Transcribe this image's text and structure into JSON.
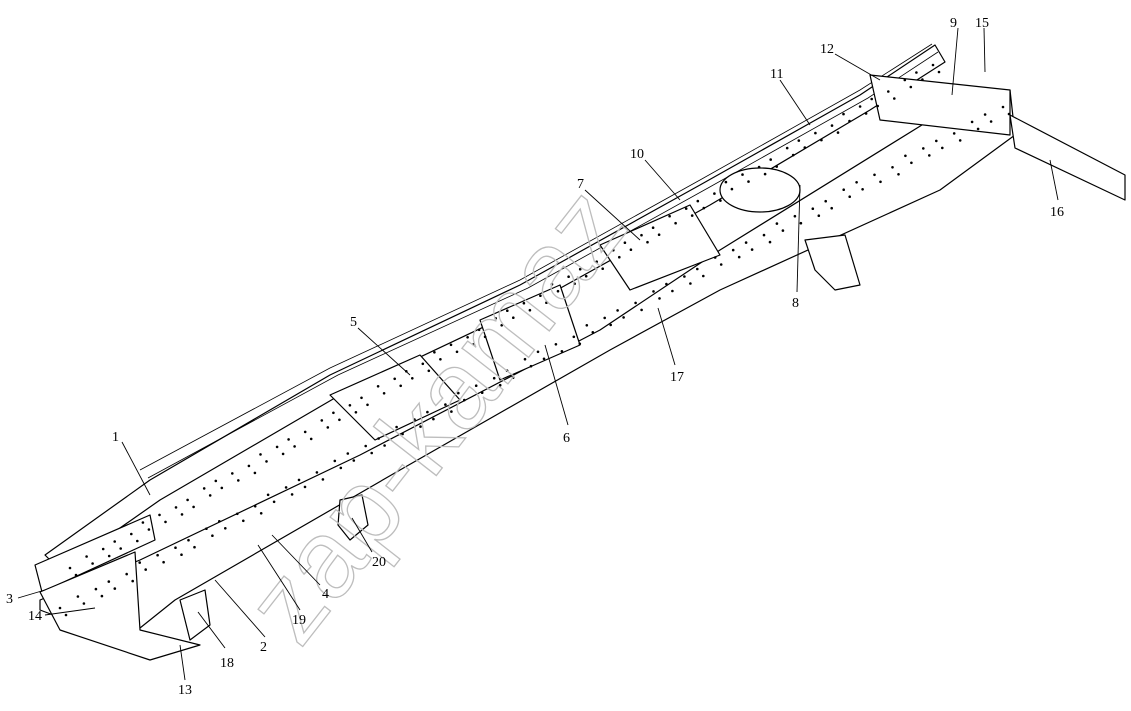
{
  "diagram": {
    "watermark": "zap-kamaz",
    "callouts": [
      "1",
      "2",
      "3",
      "4",
      "5",
      "6",
      "7",
      "8",
      "9",
      "10",
      "11",
      "12",
      "13",
      "14",
      "15",
      "16",
      "17",
      "18",
      "19",
      "20"
    ]
  }
}
